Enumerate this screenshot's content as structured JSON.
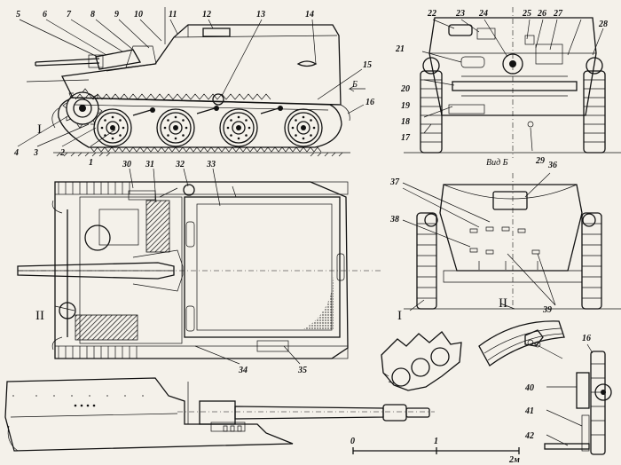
{
  "labels": {
    "l1": "1",
    "l2": "2",
    "l3": "3",
    "l4": "4",
    "l5": "5",
    "l6": "6",
    "l7": "7",
    "l8": "8",
    "l9": "9",
    "l10": "10",
    "l11": "11",
    "l12": "12",
    "l13": "13",
    "l14": "14",
    "l15": "15",
    "l16": "16",
    "l17": "17",
    "l18": "18",
    "l19": "19",
    "l20": "20",
    "l21": "21",
    "l22": "22",
    "l23": "23",
    "l24": "24",
    "l25": "25",
    "l26": "26",
    "l27": "27",
    "l28": "28",
    "l29": "29",
    "l30": "30",
    "l31": "31",
    "l32": "32",
    "l33": "33",
    "l34": "34",
    "l35": "35",
    "l36": "36",
    "l37": "37",
    "l38": "38",
    "l39": "39",
    "l40": "40",
    "l41": "41",
    "l42": "42"
  },
  "view_marks": {
    "section_I": "I",
    "section_II": "II",
    "arrow_b": "Б",
    "view_b_caption": "Вид Б"
  },
  "scale_bar": {
    "start": "0",
    "mid": "1",
    "end": "2м"
  },
  "colors": {
    "ink": "#111111",
    "paper": "#f4f1ea"
  }
}
